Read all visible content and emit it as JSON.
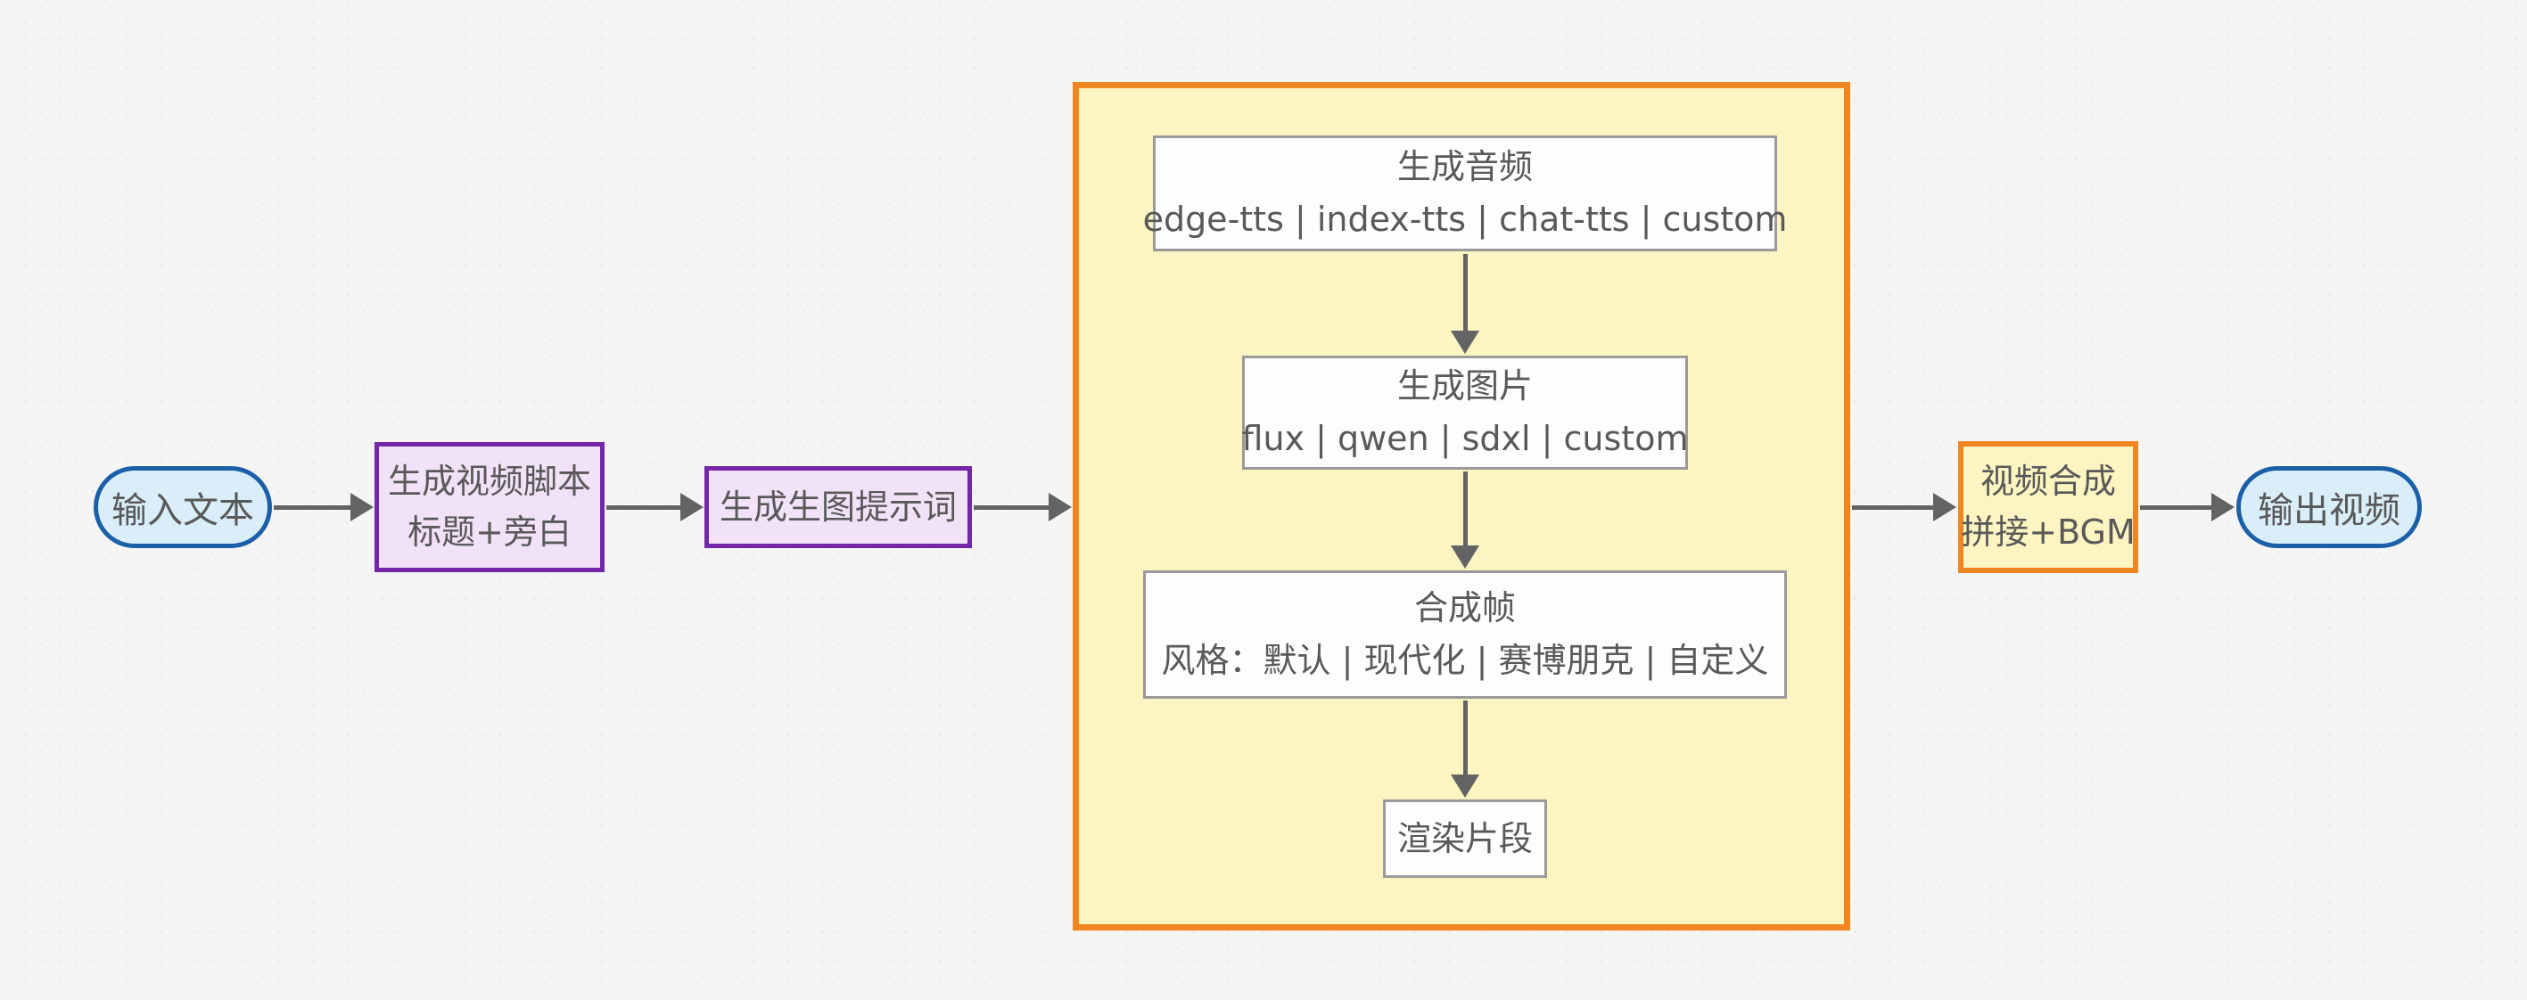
{
  "colors": {
    "bg": "#f5f5f3",
    "text": "#595959",
    "arrow": "#636363",
    "blue-border": "#1b5fa8",
    "blue-fill": "#daeef9",
    "purple-border": "#7127a8",
    "purple-fill": "#f2e2f8",
    "orange-border": "#f08621",
    "yellow-fill": "#fcf5c2",
    "inner-border": "#9a9a9a",
    "inner-fill": "#fdfdfd"
  },
  "flow": {
    "input": {
      "label": "输入文本"
    },
    "script": {
      "line1": "生成视频脚本",
      "line2": "标题+旁白"
    },
    "prompt": {
      "label": "生成生图提示词"
    },
    "audio": {
      "title": "生成音频",
      "options": "edge-tts | index-tts | chat-tts | custom"
    },
    "image": {
      "title": "生成图片",
      "options": "flux | qwen | sdxl | custom"
    },
    "frame": {
      "title": "合成帧",
      "options": "风格：默认 | 现代化 | 赛博朋克 | 自定义"
    },
    "render": {
      "label": "渲染片段"
    },
    "compose": {
      "line1": "视频合成",
      "line2": "拼接+BGM"
    },
    "output": {
      "label": "输出视频"
    }
  }
}
